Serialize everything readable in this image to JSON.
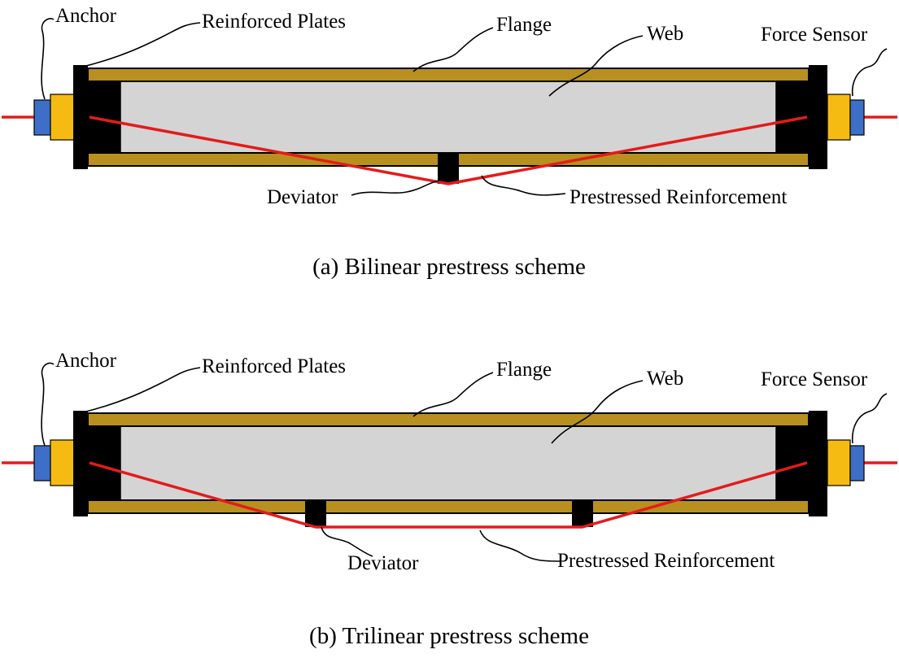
{
  "labels": {
    "anchor": "Anchor",
    "reinforced_plates": "Reinforced Plates",
    "flange": "Flange",
    "web": "Web",
    "force_sensor": "Force Sensor",
    "deviator": "Deviator",
    "prestressed_reinforcement": "Prestressed Reinforcement"
  },
  "captions": {
    "a": "(a) Bilinear prestress scheme",
    "b": "(b) Trilinear prestress scheme"
  },
  "colors": {
    "flange": "#b8901f",
    "web": "#d4d4d4",
    "tendon": "#e41b1b",
    "force_sensor": "#f6bb12",
    "anchor_cap": "#3d6fc9"
  }
}
